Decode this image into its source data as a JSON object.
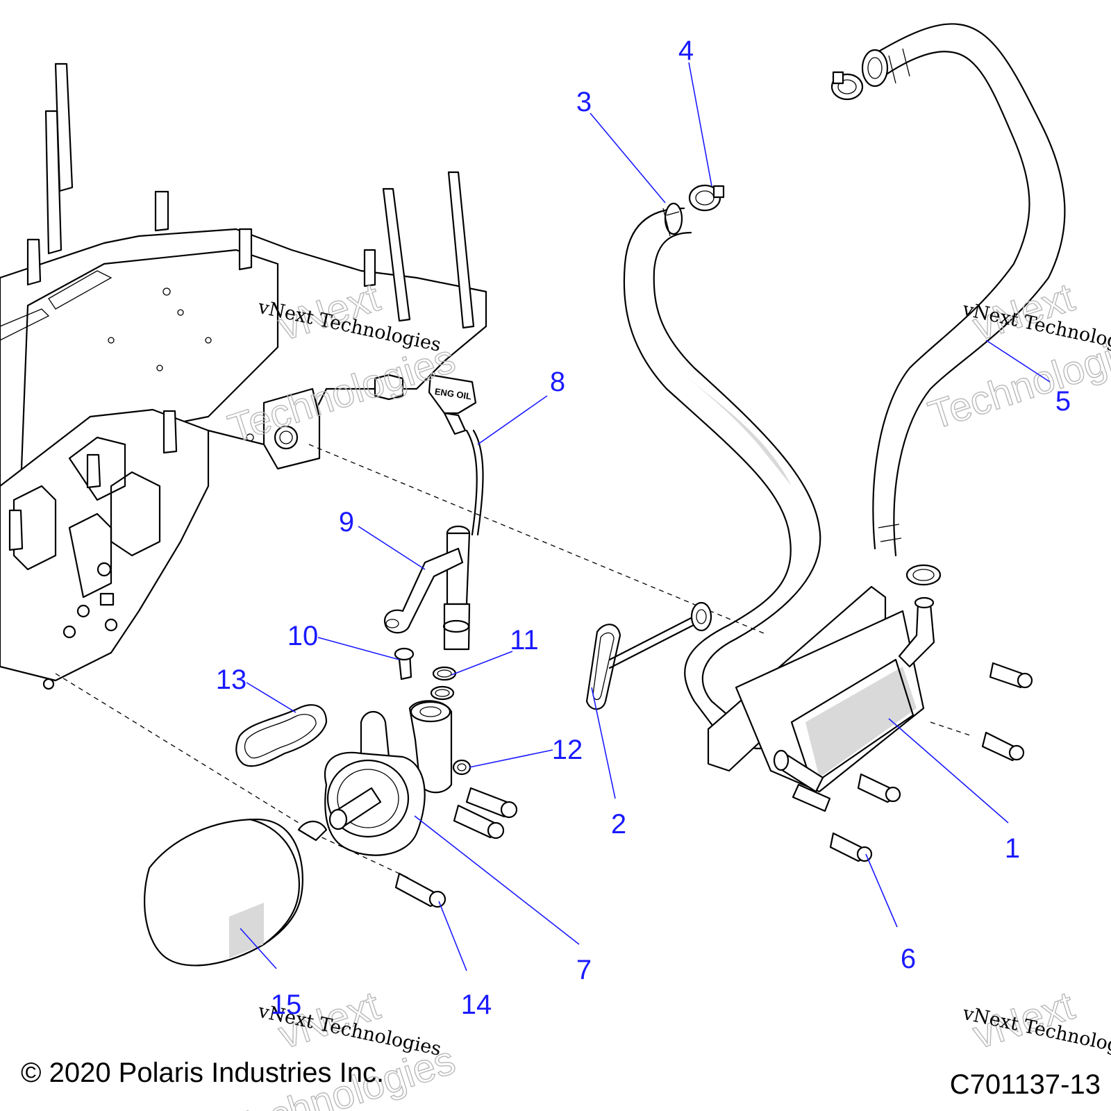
{
  "callouts": [
    {
      "id": "1",
      "label": "1"
    },
    {
      "id": "2",
      "label": "2"
    },
    {
      "id": "3",
      "label": "3"
    },
    {
      "id": "4",
      "label": "4"
    },
    {
      "id": "5",
      "label": "5"
    },
    {
      "id": "6",
      "label": "6"
    },
    {
      "id": "7",
      "label": "7"
    },
    {
      "id": "8",
      "label": "8"
    },
    {
      "id": "9",
      "label": "9"
    },
    {
      "id": "10",
      "label": "10"
    },
    {
      "id": "11",
      "label": "11"
    },
    {
      "id": "12",
      "label": "12"
    },
    {
      "id": "13",
      "label": "13"
    },
    {
      "id": "14",
      "label": "14"
    },
    {
      "id": "15",
      "label": "15"
    }
  ],
  "dipstick_label": "ENG OIL",
  "watermark": {
    "serif_text": "vNext Technologies",
    "outline_word_1": "vNext",
    "outline_word_2": "Technologies"
  },
  "footer": {
    "copyright": "© 2020 Polaris Industries Inc.",
    "figure_code": "C701137-13"
  }
}
